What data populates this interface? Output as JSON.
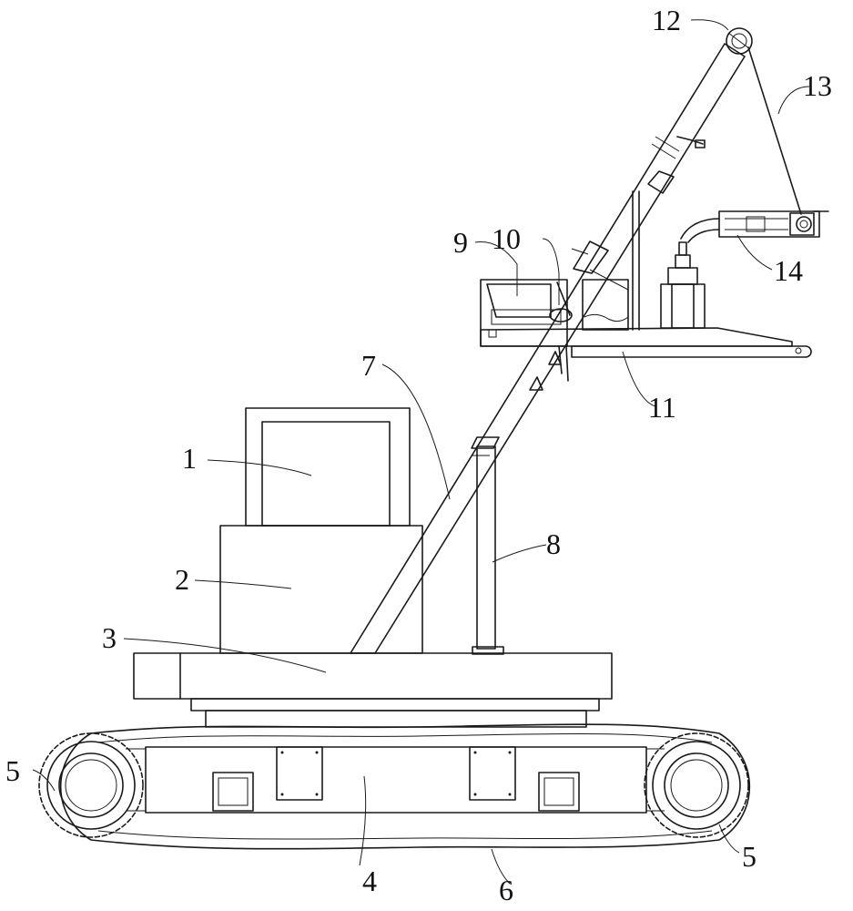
{
  "labels": {
    "l1": "1",
    "l2": "2",
    "l3": "3",
    "l4": "4",
    "l5a": "5",
    "l5b": "5",
    "l6": "6",
    "l7": "7",
    "l8": "8",
    "l9": "9",
    "l10": "10",
    "l11": "11",
    "l12": "12",
    "l13": "13",
    "l14": "14"
  }
}
